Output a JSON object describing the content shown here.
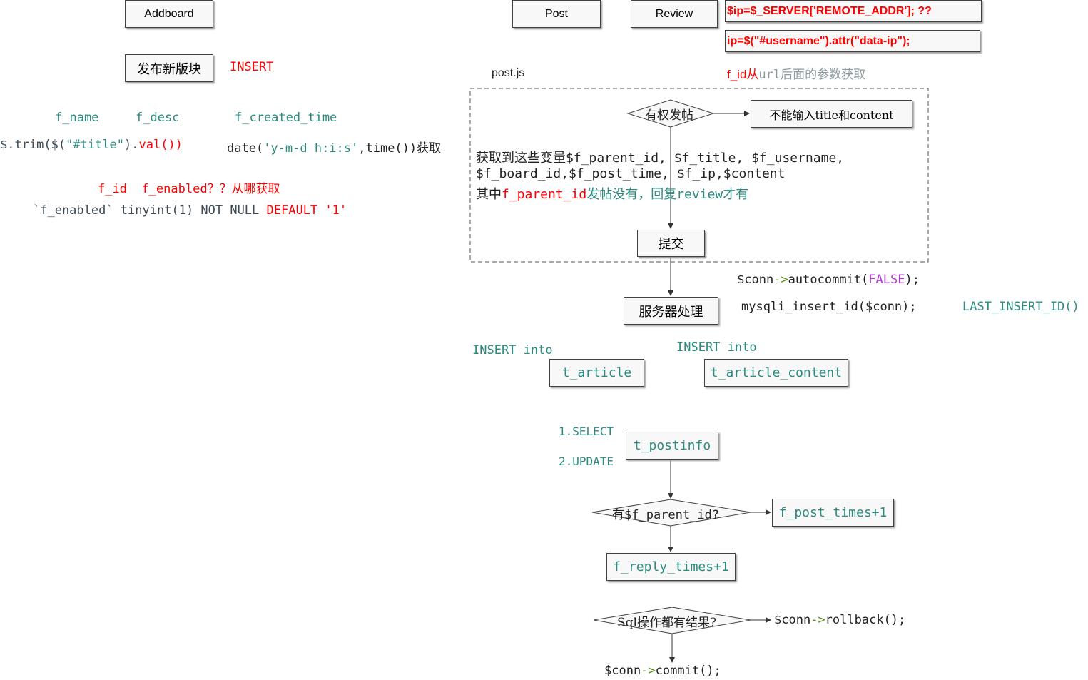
{
  "buttons": {
    "addboard": "Addboard",
    "post": "Post",
    "review": "Review",
    "publish_board": "发布新版块"
  },
  "left": {
    "insert": "INSERT",
    "fields": {
      "f_name": "f_name",
      "f_desc": "f_desc",
      "f_created_time": "f_created_time"
    },
    "trim_a": "$.trim($(",
    "trim_b": "\"#title\"",
    "trim_c": ").",
    "trim_d": "val())",
    "date_a": "date(",
    "date_b": "'y-m-d h:i:s'",
    "date_c": ",time())获取",
    "fid": "f_id",
    "fenabled": "f_enabled",
    "fenabled_q": "？？从哪获取",
    "schema_a": "`f_enabled` tinyint(1) NOT NULL ",
    "schema_b": "DEFAULT '1'"
  },
  "top_right": {
    "ip_server": "$ip=$_SERVER['REMOTE_ADDR'];  ??",
    "ip_attr": "ip=$(\"#username\").attr(\"data-ip\");",
    "fid_a": "f_id从",
    "fid_b": "url",
    "fid_c": "后面的参数获取",
    "postjs": "post.js"
  },
  "flow": {
    "has_perm": "有权发帖",
    "no_input": "不能输入title和content",
    "vars_line1_a": "获取到这些变量",
    "vars_line1_b": "$f_parent_id, $f_title, $f_username,",
    "vars_line2": "$f_board_id,$f_post_time, $f_ip,$content",
    "vars_line3_a": "其中",
    "vars_line3_b": "f_parent_id",
    "vars_line3_c": "发帖没有，回复",
    "vars_line3_d": "review",
    "vars_line3_e": "才有",
    "submit": "提交",
    "autocommit_a": "$conn",
    "autocommit_b": "->",
    "autocommit_c": "autocommit(",
    "autocommit_d": "FALSE",
    "autocommit_e": ");",
    "server": "服务器处理",
    "insert_id": "mysqli_insert_id($conn);",
    "last_insert": "LAST_INSERT_ID()",
    "insert_into_1": "INSERT into",
    "insert_into_2": "INSERT into",
    "t_article": "t_article",
    "t_article_content": "t_article_content",
    "select": "1.SELECT",
    "update": "2.UPDATE",
    "t_postinfo": "t_postinfo",
    "has_parent": "有$f_parent_id?",
    "post_times": "f_post_times+1",
    "reply_times": "f_reply_times+1",
    "sql_ok": "Sql操作都有结果?",
    "rollback_a": "$conn",
    "rollback_b": "->",
    "rollback_c": "rollback();",
    "commit_a": "$conn",
    "commit_b": "->",
    "commit_c": "commit();"
  }
}
